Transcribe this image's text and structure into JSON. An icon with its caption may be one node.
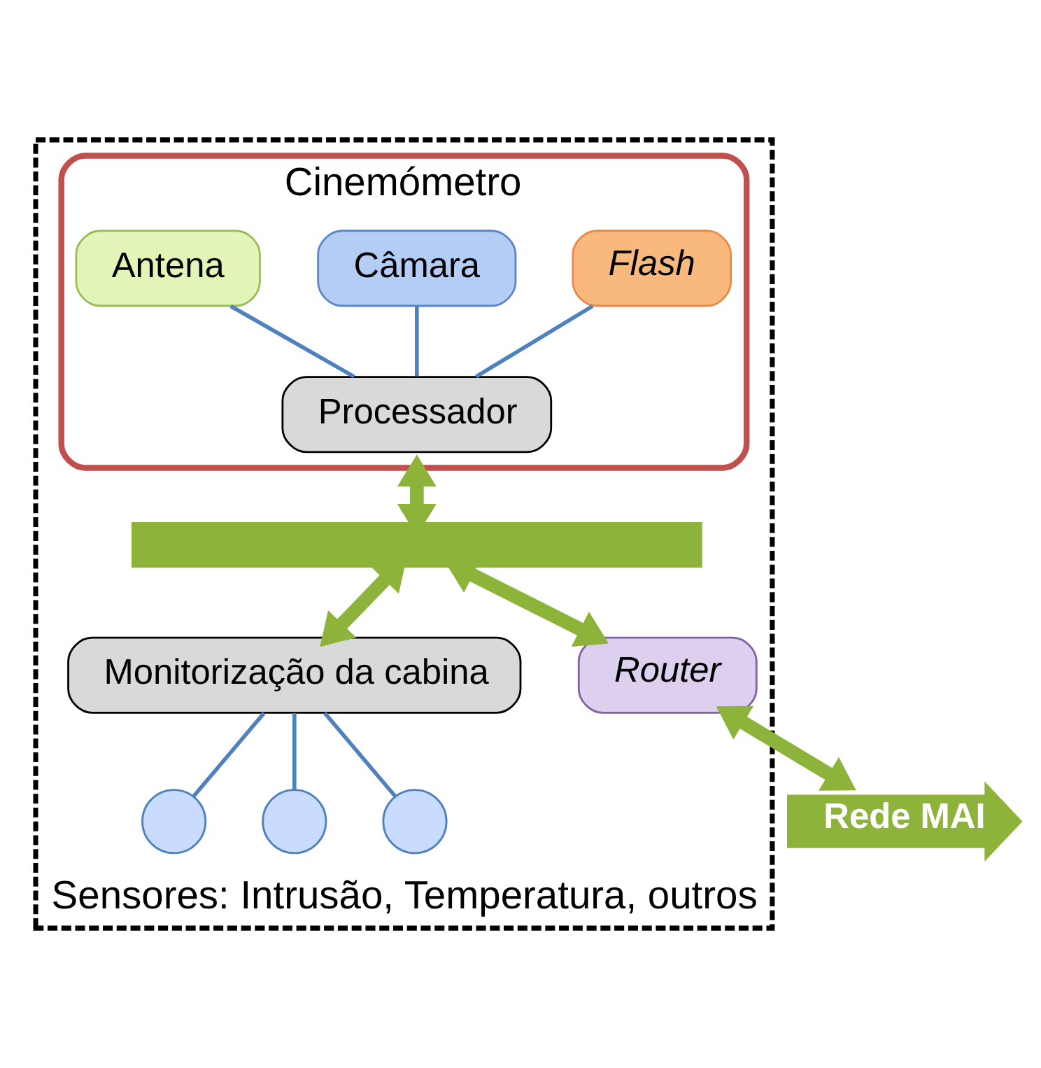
{
  "diagram": {
    "nodes": [
      {
        "text": [
          "Sensores: Intrusão, Temperatura, outros"
        ]
      },
      {
        "text": [
          "Cinemómetro"
        ],
        "in": 0
      },
      {
        "text": [
          "Flash"
        ],
        "in": 1
      },
      {
        "text": [
          "Câmara"
        ],
        "in": 1
      },
      {
        "text": [
          "Antena"
        ],
        "in": 1
      },
      {
        "text": [
          "Processador"
        ],
        "in": 1
      },
      {
        "text": [],
        "shape": "bar",
        "in": 0
      },
      {
        "text": [
          "Router"
        ],
        "in": 0
      },
      {
        "text": [
          "Rede MAI"
        ]
      },
      {
        "text": [
          "Monitorização da cabina"
        ],
        "in": 0
      },
      {
        "text": [],
        "shape": "circle",
        "in": 0
      },
      {
        "text": [],
        "shape": "circle",
        "in": 0
      },
      {
        "text": [],
        "shape": "circle",
        "in": 0
      }
    ],
    "edges": [
      {
        "from": 2,
        "to": 5,
        "arrow": "none"
      },
      {
        "from": 3,
        "to": 5,
        "arrow": "none"
      },
      {
        "from": 4,
        "to": 5,
        "arrow": "none"
      },
      {
        "from": 1,
        "to": 6,
        "arrow": "both",
        "style": "thick",
        "color": "#8db33a"
      },
      {
        "from": 6,
        "to": 7,
        "arrow": "both",
        "style": "thick",
        "color": "#8db33a"
      },
      {
        "from": 7,
        "to": 8,
        "arrow": "both",
        "style": "thick",
        "color": "#8db33a"
      },
      {
        "from": 6,
        "to": 9,
        "arrow": "both",
        "style": "thick",
        "color": "#8db33a"
      },
      {
        "from": 9,
        "to": 10,
        "arrow": "none"
      },
      {
        "from": 9,
        "to": 11,
        "arrow": "none"
      },
      {
        "from": 9,
        "to": 12,
        "arrow": "none"
      }
    ]
  }
}
